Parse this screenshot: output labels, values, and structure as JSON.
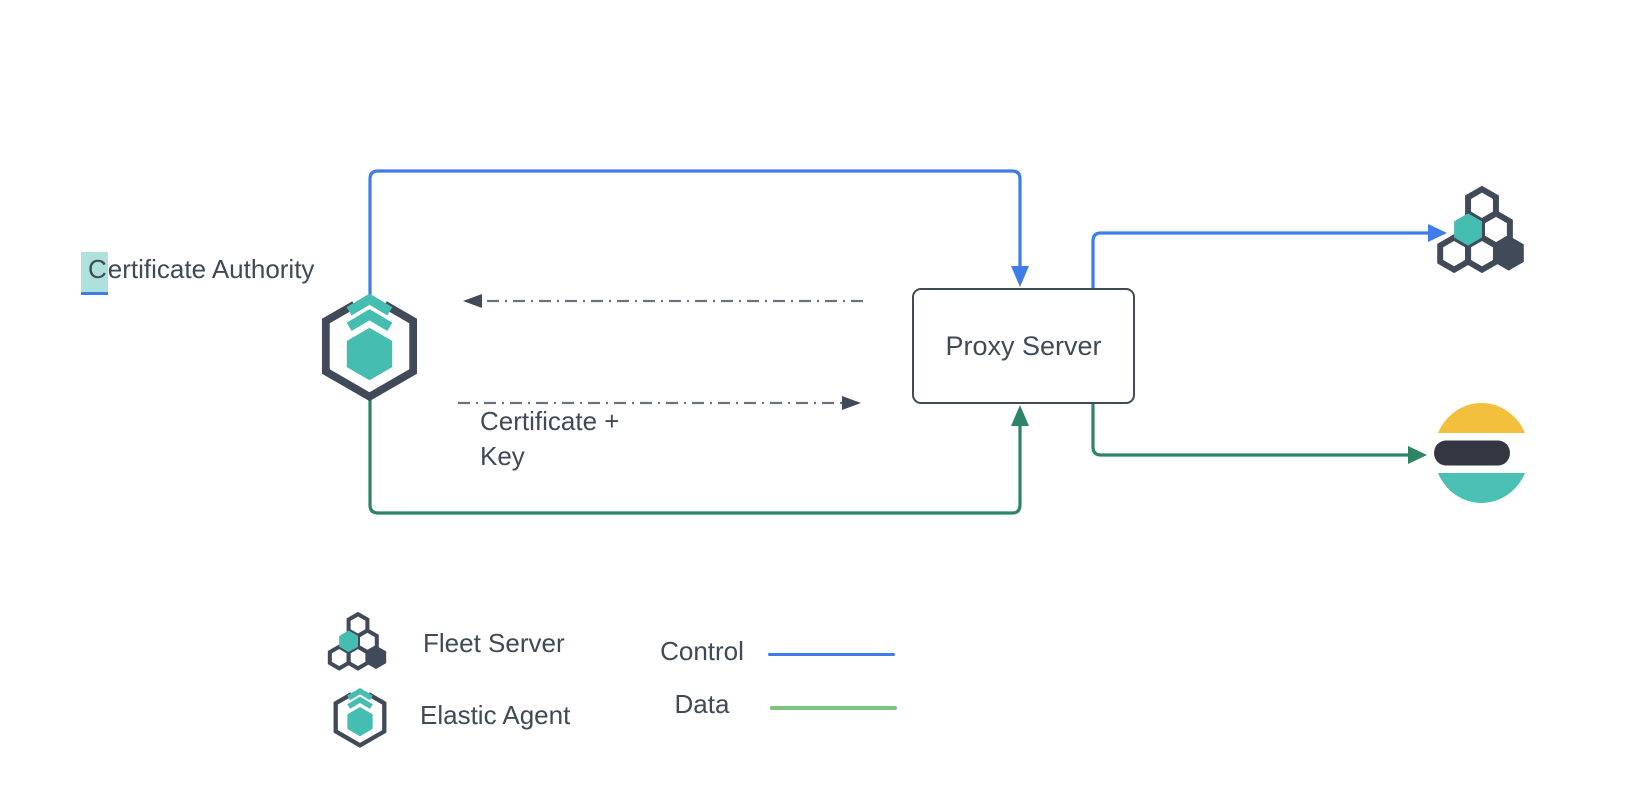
{
  "title": "Fleet proxy architecture diagram",
  "labels": {
    "ca_highlight_char": "C",
    "ca_rest": "ertificate Authority",
    "proxy": "Proxy Server",
    "cert_key_line1": "Certificate +",
    "cert_key_line2": "Key"
  },
  "legend": {
    "fleet_label": "Fleet Server",
    "agent_label": "Elastic Agent",
    "control_label": "Control",
    "data_label": "Data"
  },
  "nodes": [
    {
      "id": "certificate-authority",
      "label": "Certificate Authority",
      "icon": "elastic-agent-icon"
    },
    {
      "id": "proxy-server",
      "label": "Proxy Server",
      "shape": "rounded-rect"
    },
    {
      "id": "fleet-server",
      "icon": "fleet-server-icon"
    },
    {
      "id": "elasticsearch",
      "icon": "elasticsearch-icon"
    }
  ],
  "edges": [
    {
      "from": "elastic-agent",
      "to": "proxy-server",
      "type": "control",
      "style": "solid",
      "color": "#3e7de8"
    },
    {
      "from": "proxy-server",
      "to": "fleet-server",
      "type": "control",
      "style": "solid",
      "color": "#3e7de8"
    },
    {
      "from": "elastic-agent",
      "to": "proxy-server",
      "type": "data",
      "style": "solid",
      "color": "#2e8566"
    },
    {
      "from": "proxy-server",
      "to": "elasticsearch",
      "type": "data",
      "style": "solid",
      "color": "#2e8566"
    },
    {
      "from": "proxy-server",
      "to": "elastic-agent",
      "type": "certificate-request",
      "style": "dash-dot",
      "color": "#6a7280"
    },
    {
      "from": "elastic-agent",
      "to": "proxy-server",
      "type": "certificate-key",
      "style": "dash-dot",
      "color": "#6a7280",
      "label": "Certificate + Key"
    }
  ],
  "colors": {
    "control_blue": "#3e7de8",
    "data_green": "#2e8566",
    "legend_data_green": "#7cc480",
    "dash_gray": "#6a7280",
    "icon_dark": "#414a59",
    "icon_teal": "#45bdb0",
    "es_yellow": "#f2c03c",
    "es_dark": "#343741",
    "es_teal": "#4bc0b4",
    "text": "#3f4a56",
    "ca_highlight": "rgba(73,190,177,0.45)"
  }
}
